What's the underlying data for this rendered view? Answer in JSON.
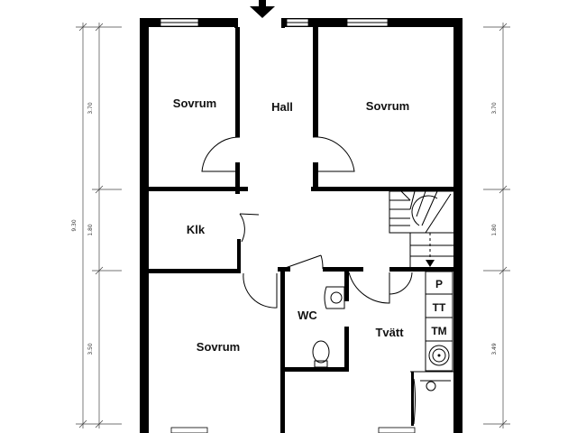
{
  "rooms": {
    "sovrum_top_left": "Sovrum",
    "hall": "Hall",
    "sovrum_top_right": "Sovrum",
    "klk": "Klk",
    "wc": "WC",
    "tvatt": "Tvätt",
    "sovrum_bottom": "Sovrum"
  },
  "fixtures": {
    "p": "P",
    "tt": "TT",
    "tm": "TM"
  },
  "dimensions": {
    "left": {
      "total": "9.30",
      "top": "3.70",
      "middle": "1.80",
      "bottom": "3.50"
    },
    "right": {
      "top": "3.70",
      "middle": "1.80",
      "bottom": "3.49"
    }
  },
  "icons": [
    "entrance-arrow-icon",
    "staircase-icon",
    "wc-toilet-icon",
    "washbasin-icon",
    "shower-icon"
  ]
}
